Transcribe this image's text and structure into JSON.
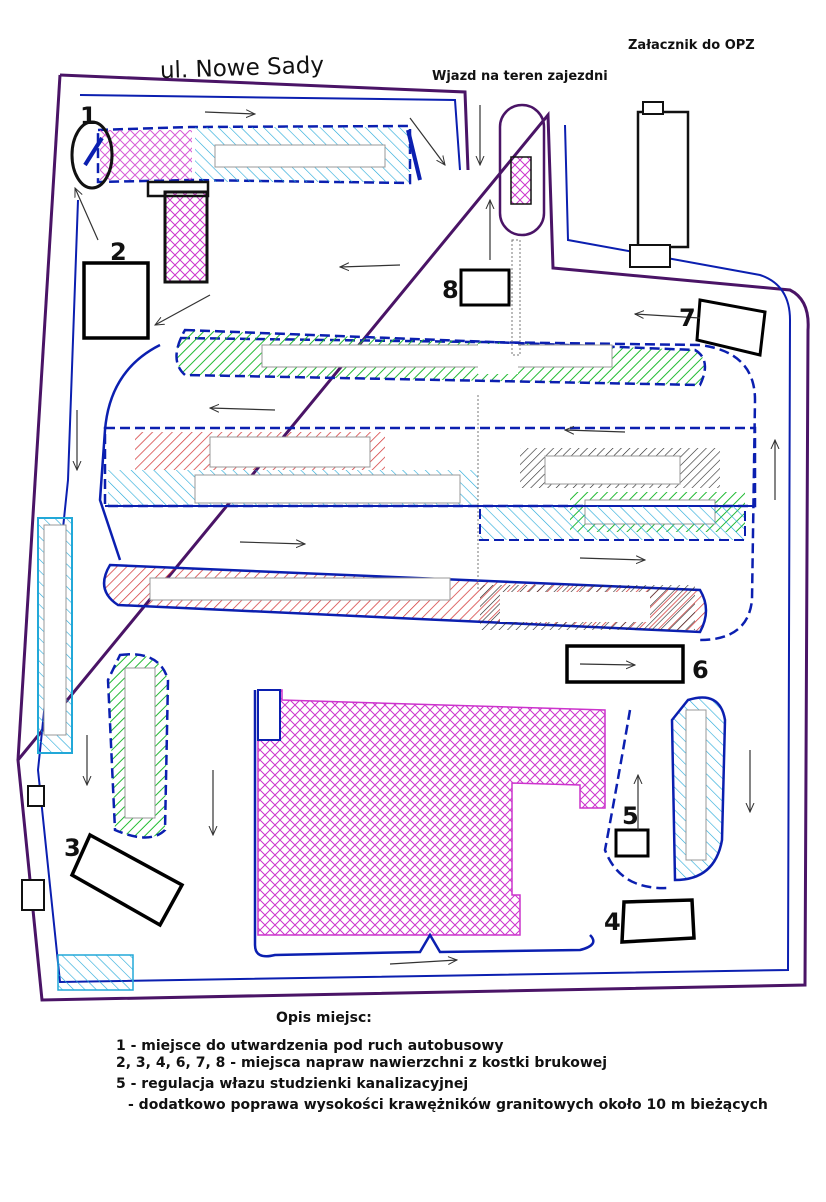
{
  "attachment_label": "Załacznik do OPZ",
  "street_label": "ul. Nowe Sady",
  "entrance_label": "Wjazd na teren zajezdni",
  "zones": [
    {
      "number": "1"
    },
    {
      "number": "2"
    },
    {
      "number": "3"
    },
    {
      "number": "4"
    },
    {
      "number": "5"
    },
    {
      "number": "6"
    },
    {
      "number": "7"
    },
    {
      "number": "8"
    }
  ],
  "colors": {
    "boundary": "#4a1466",
    "curb": "#0b1fb0",
    "pavers": "#cc33cc",
    "green_hatch": "#22bb33",
    "red_hatch": "#d43a3a",
    "cyan_hatch": "#22a8d8",
    "repair_box": "#000000"
  },
  "legend": {
    "heading": "Opis miejsc:",
    "items": [
      "1 - miejsce do utwardzenia pod ruch autobusowy",
      "2, 3, 4, 6, 7, 8 - miejsca napraw nawierzchni z kostki brukowej",
      "5 - regulacja włazu studzienki kanalizacyjnej",
      "- dodatkowo poprawa wysokości krawężników granitowych około 10 m bieżących"
    ]
  }
}
